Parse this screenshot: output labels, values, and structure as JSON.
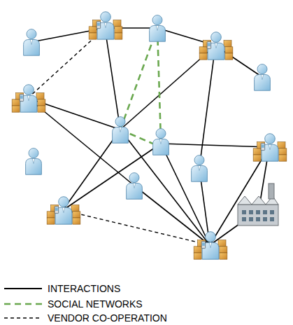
{
  "diagram": {
    "legend": [
      {
        "text": "INTERACTIONS"
      },
      {
        "text": "SOCIAL NETWORKS"
      },
      {
        "text": "VENDOR CO-OPERATION"
      }
    ]
  }
}
